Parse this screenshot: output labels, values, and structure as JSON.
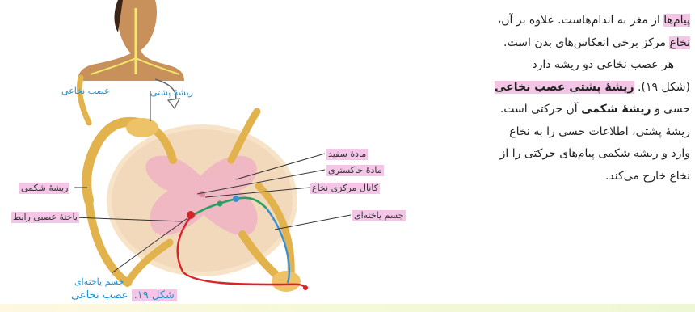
{
  "text": {
    "line1": {
      "hl": "پیام‌ها",
      "rest": " از مغز به اندام‌هاست. علاوه بر آن،"
    },
    "line2": {
      "hl": "نخاع",
      "rest": " مرکز برخی انعکاس‌های بدن است."
    },
    "line3": "هر عصب نخاعی دو ریشه دارد",
    "line4": {
      "pre": "(شکل ۱۹). ",
      "hl": "ریشهٔ پشتی عصب نخاعی"
    },
    "line5": {
      "pre": "حسی و ",
      "bold": "ریشهٔ شکمی",
      "rest": " آن حرکتی است."
    },
    "line6": "ریشهٔ پشتی، اطلاعات حسی را به نخاع",
    "line7": "وارد و ریشه شکمی پیام‌های حرکتی را از",
    "line8": "نخاع خارج می‌کند."
  },
  "figure": {
    "labels": {
      "spinal_nerve": "عصب نخاعی",
      "dorsal_root": "ریشهٔ پشتی",
      "ventral_root": "ریشهٔ شکمی",
      "interneuron": "یاختهٔ عصبی رابط",
      "white_matter": "مادهٔ سفید",
      "gray_matter": "مادهٔ خاکستری",
      "central_canal": "کانال مرکزی نخاع",
      "cell_body_right": "جسم یاخته‌ای",
      "cell_body_bottom": "جسم یاخته‌ای"
    },
    "caption": {
      "num": "شکل ۱۹.",
      "title": " عصب نخاعی"
    }
  },
  "colors": {
    "highlight": "#f4c6e6",
    "label_blue": "#1e8fd0",
    "nerve": "#e0b24a",
    "cord_outer": "#f3dcc0",
    "gray_matter": "#efb5c0",
    "motor_path": "#d6252a",
    "sensory_path": "#27a064"
  }
}
